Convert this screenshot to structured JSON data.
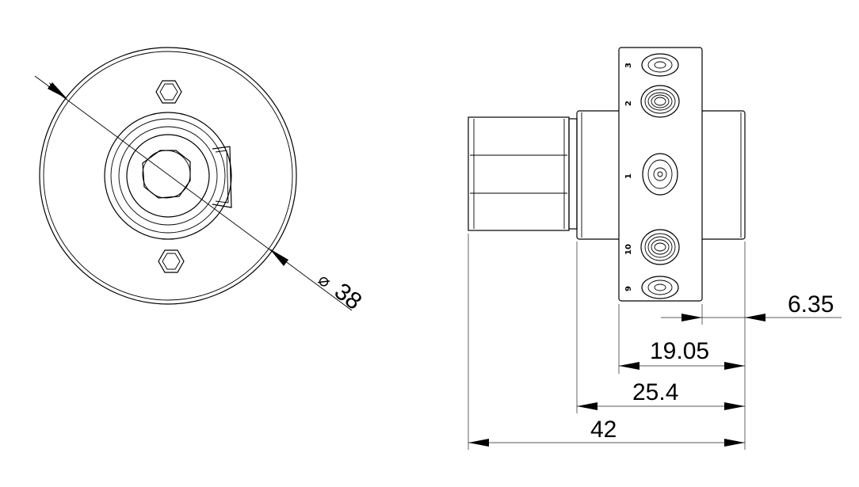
{
  "drawing": {
    "diameter_dim": {
      "symbol": "⌀",
      "value": "38"
    },
    "dims": {
      "d635": "6.35",
      "d1905": "19.05",
      "d254": "25.4",
      "d42": "42"
    },
    "port_labels": {
      "p3": "3",
      "p2": "2",
      "p1": "1",
      "p10": "10",
      "p9": "9"
    }
  }
}
